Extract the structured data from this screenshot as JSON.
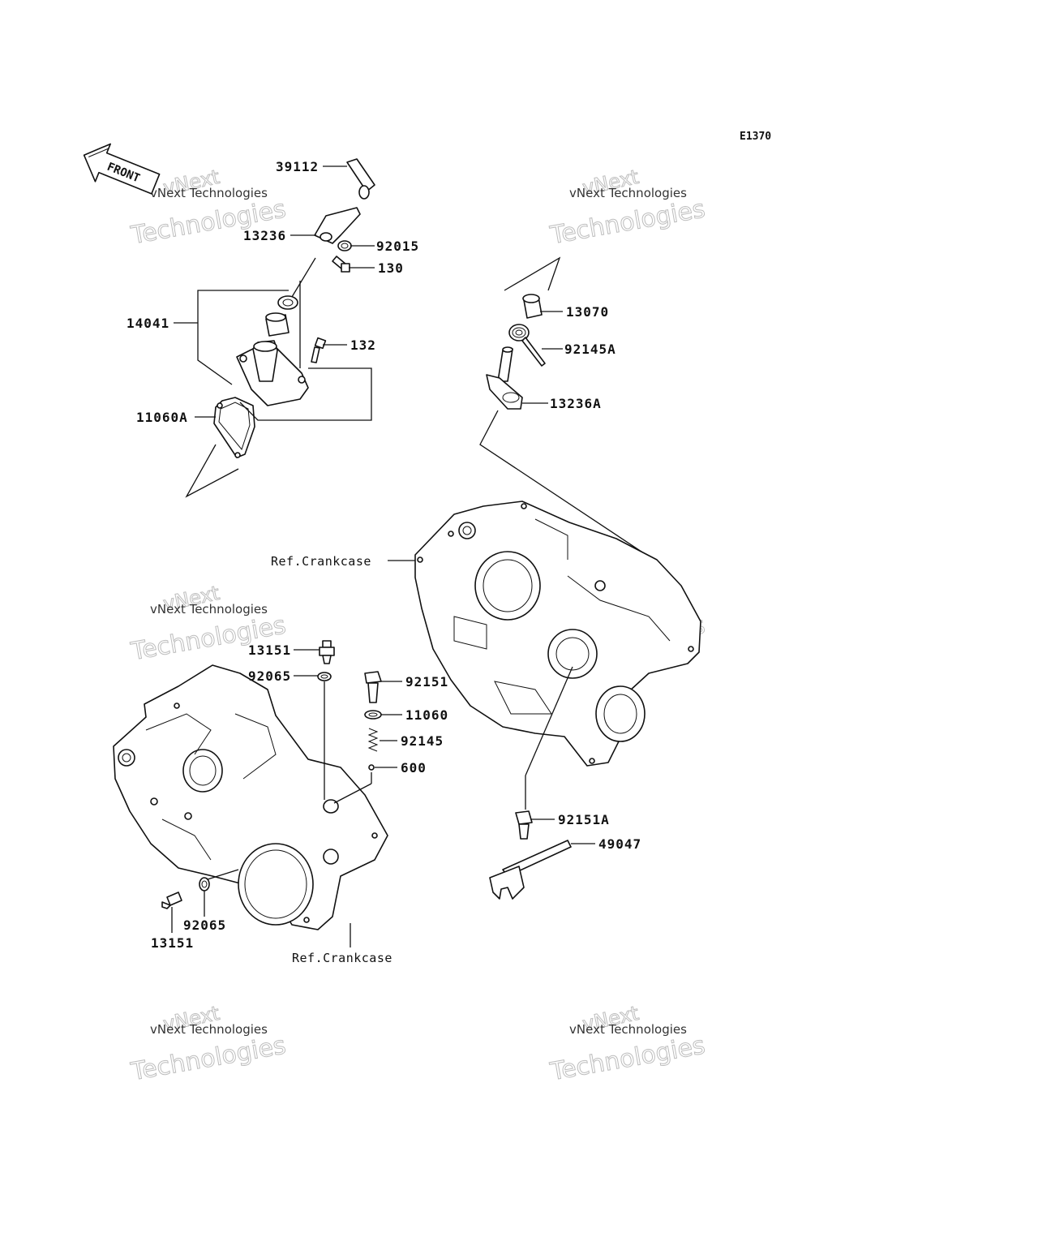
{
  "diagram_code": "E1370",
  "front_arrow_label": "FRONT",
  "watermark": {
    "small": "vNext Technologies",
    "large_top": "vNext",
    "large_bottom": "Technologies"
  },
  "labels": {
    "p39112": "39112",
    "p13236": "13236",
    "p92015": "92015",
    "p130": "130",
    "p14041": "14041",
    "p132": "132",
    "p11060A": "11060A",
    "p13070": "13070",
    "p92145A": "92145A",
    "p13236A": "13236A",
    "ref_crankcase_top": "Ref.Crankcase",
    "p13151_top": "13151",
    "p92065_top": "92065",
    "p92151": "92151",
    "p11060": "11060",
    "p92145": "92145",
    "p600": "600",
    "p92151A": "92151A",
    "p49047": "49047",
    "p92065_bottom": "92065",
    "p13151_bottom": "13151",
    "ref_crankcase_bottom": "Ref.Crankcase"
  }
}
